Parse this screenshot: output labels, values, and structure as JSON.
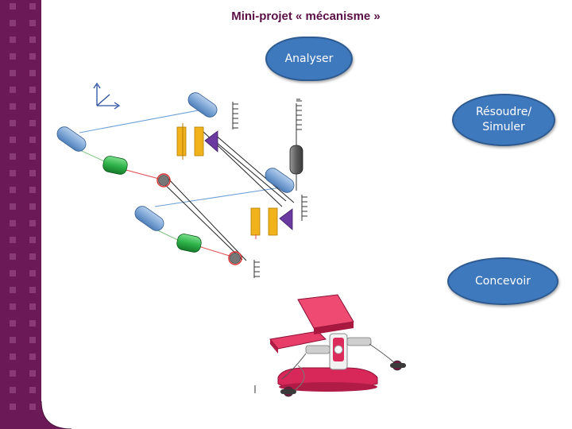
{
  "slide": {
    "title": "Mini-projet « mécanisme »",
    "steps": {
      "analyser": "Analyser",
      "resoudre_line1": "Résoudre/",
      "resoudre_line2": "Simuler",
      "concevoir": "Concevoir"
    }
  },
  "colors": {
    "band": "#6b1a57",
    "title": "#5a1046",
    "bubble": "#3f79bd",
    "cylinder_blue": "#7fa8d8",
    "cylinder_green": "#2fb34a",
    "slider_yellow": "#f2b21b",
    "wedge_purple": "#6a3aa0",
    "stepper_pink": "#e0305a"
  },
  "icons": {
    "axes": "coordinate-axes-icon",
    "ground": "ground-hatch-icon"
  }
}
